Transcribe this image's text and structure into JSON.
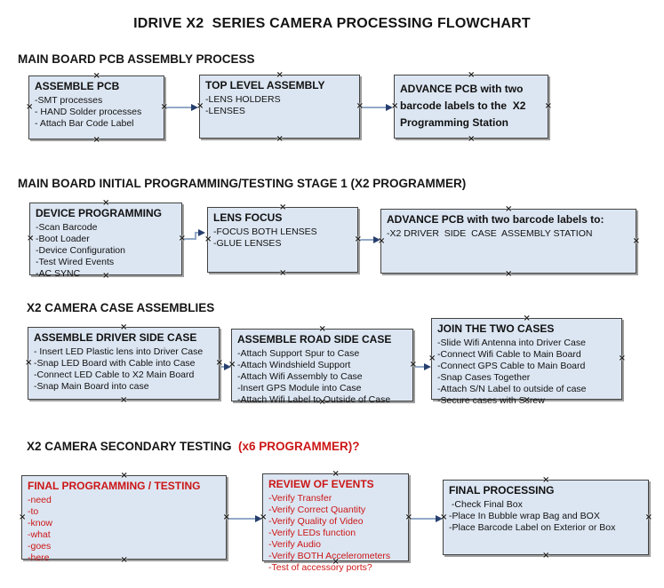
{
  "title": "IDRIVE X2  SERIES CAMERA PROCESSING FLOWCHART",
  "icons": {
    "connection_handle_glyph": "×"
  },
  "colors": {
    "box_fill": "#dce6f2",
    "box_border": "#424242",
    "box_shadow": "#9f9f9f",
    "connector_line": "#93a9c7",
    "connector_arrow": "#273f6e",
    "red_text": "#cc1616",
    "black_text": "#111111"
  },
  "sections": [
    {
      "heading": "MAIN BOARD PCB ASSEMBLY PROCESS",
      "heading_red_suffix": "",
      "boxes": [
        {
          "title": "ASSEMBLE PCB",
          "items": [
            "-SMT processes",
            "- HAND Solder processes",
            "- Attach Bar Code Label"
          ]
        },
        {
          "title": "TOP LEVEL ASSEMBLY",
          "items": [
            "-LENS HOLDERS",
            "-LENSES"
          ]
        },
        {
          "title": "ADVANCE PCB with two barcode labels to the  X2 Programming Station",
          "items": []
        }
      ]
    },
    {
      "heading": "MAIN BOARD INITIAL PROGRAMMING/TESTING STAGE 1 (X2 PROGRAMMER)",
      "heading_red_suffix": "",
      "boxes": [
        {
          "title": "DEVICE PROGRAMMING",
          "items": [
            "-Scan Barcode",
            "-Boot Loader",
            "-Device Configuration",
            "-Test Wired Events",
            "-AC SYNC"
          ]
        },
        {
          "title": "LENS FOCUS",
          "items": [
            "-FOCUS BOTH LENSES",
            "-GLUE LENSES"
          ]
        },
        {
          "title": "ADVANCE PCB with two barcode labels to:",
          "items": [
            "-X2 DRIVER  SIDE  CASE  ASSEMBLY STATION"
          ]
        }
      ]
    },
    {
      "heading": "X2 CAMERA CASE ASSEMBLIES",
      "heading_red_suffix": "",
      "boxes": [
        {
          "title": "ASSEMBLE DRIVER SIDE CASE",
          "items": [
            "- Insert LED Plastic lens into Driver Case",
            "-Snap LED Board with Cable into Case",
            "-Connect LED Cable to X2 Main Board",
            "-Snap Main Board into case"
          ]
        },
        {
          "title": "ASSEMBLE ROAD SIDE CASE",
          "items": [
            "-Attach Support Spur to Case",
            "-Attach Windshield Support",
            "-Attach Wifi Assembly to Case",
            "-Insert GPS Module into Case",
            "-Attach Wifi Label to Outside of Case"
          ]
        },
        {
          "title": "JOIN THE TWO CASES",
          "items": [
            "-Slide Wifi Antenna into Driver Case",
            "-Connect Wifi Cable to Main Board",
            "-Connect GPS Cable to Main Board",
            "-Snap Cases Together",
            "-Attach S/N Label to outside of case",
            "-Secure cases with Screw"
          ]
        }
      ]
    },
    {
      "heading": "X2 CAMERA SECONDARY TESTING  ",
      "heading_red_suffix": "(x6 PROGRAMMER)?",
      "boxes": [
        {
          "title": "FINAL PROGRAMMING / TESTING",
          "items": [
            "-need",
            "-to",
            "-know",
            "-what",
            "-goes",
            "-here"
          ]
        },
        {
          "title": "REVIEW OF EVENTS",
          "items": [
            "-Verify Transfer",
            "-Verify Correct Quantity",
            "-Verify Quality of Video",
            "-Verify LEDs function",
            "-Verify Audio",
            "-Verify BOTH Accelerometers",
            "-Test of accessory ports?"
          ]
        },
        {
          "title": "FINAL PROCESSING",
          "items": [
            " -Check Final Box",
            "-Place In Bubble wrap Bag and BOX",
            "-Place Barcode Label on Exterior or Box"
          ]
        }
      ]
    }
  ]
}
